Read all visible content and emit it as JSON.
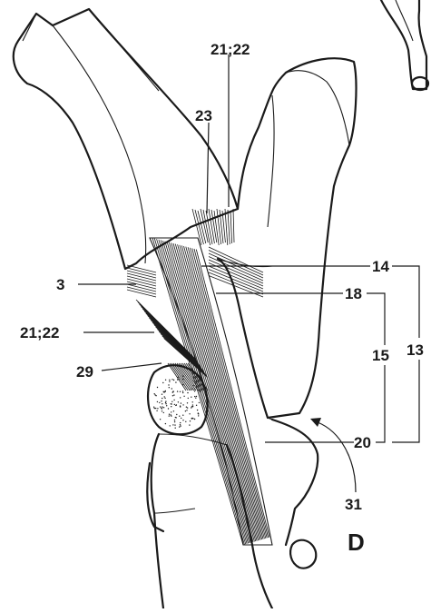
{
  "labels": {
    "l_21_22_top": "21;22",
    "l_23": "23",
    "l_3": "3",
    "l_21_22_left": "21;22",
    "l_29": "29",
    "l_14": "14",
    "l_18": "18",
    "l_15": "15",
    "l_13": "13",
    "l_20": "20",
    "l_31": "31"
  },
  "panel_letter": "D"
}
